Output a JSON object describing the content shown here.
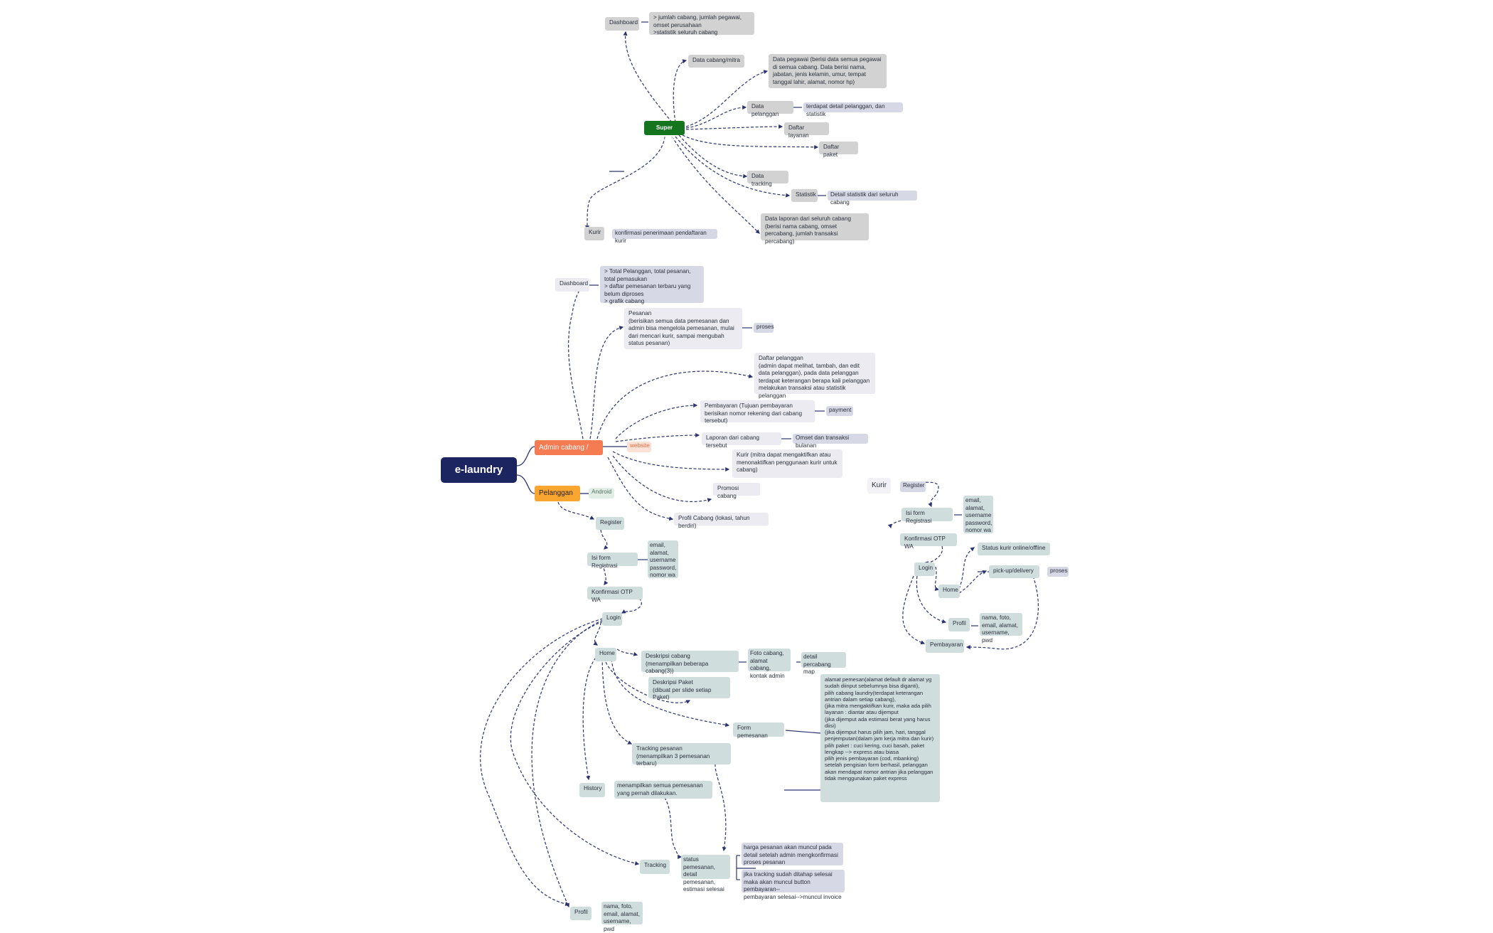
{
  "root": "e-laundry",
  "super_admin": {
    "label": "Super Admin",
    "dashboard": "Dashboard",
    "dashboard_note": "> jumlah cabang, jumlah pegawai, omset perusahaan\n>statistik seluruh cabang",
    "data_cabang": "Data cabang/mitra",
    "data_pegawai": "Data pegawai (berisi data semua pegawai di semua cabang. Data berisi nama, jabatan, jenis kelamin, umur, tempat tanggal lahir, alamat, nomor hp)",
    "data_pelanggan": "Data pelanggan",
    "data_pelanggan_note": "terdapat detail pelanggan, dan statistik",
    "daftar_layanan": "Daftar layanan",
    "daftar_paket": "Daftar paket",
    "data_tracking": "Data tracking",
    "statistik": "Statistik",
    "statistik_note": "Detail statistik dari seluruh cabang",
    "data_laporan": "Data laporan dari seluruh cabang\n(berisi nama cabang, omset percabang, jumlah transaksi percabang)",
    "kurir": "Kurir",
    "kurir_note": "konfirmasi penerimaan pendaftaran kurir"
  },
  "admin": {
    "label": "Admin cabang / mitra",
    "platform": "website",
    "dashboard": "Dashboard",
    "dashboard_note": "> Total Pelanggan, total pesanan, total pemasukan\n> daftar pemesanan terbaru yang belum diproses\n> grafik cabang",
    "pesanan": "Pesanan\n(berisikan semua data pemesanan dan admin bisa mengelola pemesanan, mulai dari mencari kurir, sampai mengubah status pesanan)",
    "pesanan_tag": "proses",
    "daftar_pelanggan": "Daftar pelanggan\n(admin dapat melihat, tambah, dan edit data pelanggan), pada data pelanggan terdapat keterangan berapa kali pelanggan melakukan transaksi atau statistik pelanggan",
    "pembayaran": "Pembayaran (Tujuan pembayaran berisikan nomor rekening dari cabang tersebut)",
    "pembayaran_tag": "payment",
    "laporan": "Laporan dari cabang tersebut",
    "laporan_note": "Omset dan transaksi bulanan",
    "kurir": "Kurir (mitra dapat mengaktifkan atau menonaktifkan penggunaan kurir untuk cabang)",
    "promosi": "Promosi cabang",
    "profil": "Profil Cabang (lokasi, tahun berdiri)"
  },
  "pelanggan": {
    "label": "Pelanggan",
    "platform": "Android",
    "register": "Register",
    "isi_form": "Isi form Registrasi",
    "form_fields": "email,\nalamat,\nusername\npassword,\nnomor wa",
    "otp": "Konfirmasi OTP WA",
    "login": "Login",
    "home": "Home",
    "deskripsi_cabang": "Deskripsi cabang\n(menampilkan beberapa cabang(3))",
    "cabang_info": "Foto cabang,\nalamat cabang,\nkontak admin",
    "detail_cabang": "detail percabang\nmap",
    "deskripsi_paket": "Deskripsi Paket\n(dibuat per slide setiap Paket)",
    "form_pemesanan": "Form pemesanan",
    "form_note": "alamat pemesan(alamat default dr alamat yg sudah diinput sebelumnya bisa diganti),\npilih cabang laundry(terdapat keterangan antrian dalam setiap cabang),\n(jika mitra mengaktifkan kurir, maka ada pilih layanan : diantar atau dijemput\n(jika dijemput ada estimasi berat yang harus diisi)\n(jika dijemput harus pilih jam, hari, tanggal penjemputan(dalam jam kerja mitra dan kurir)\npilih paket : cuci kering, cuci basah, paket lengkap --> express atau biasa\npilih jenis pembayaran (cod, mbanking)\nsetelah pengisian form berhasil, pelanggan akan mendapat nomor antrian jika pelanggan tidak menggunakan paket express",
    "tracking_pesanan": "Tracking pesanan\n(menampilkan 3 pemesanan terbaru)",
    "history": "History",
    "history_note": "menampilkan semua pemesanan yang pernah dilakukan.",
    "tracking": "Tracking",
    "tracking_status": "status pemesanan,\ndetail pemesanan,\nestimasi selesai",
    "tracking_note1": "harga pesanan akan muncul pada detail setelah admin mengkonfirmasi proses pesanan",
    "tracking_note2": "jika tracking sudah ditahap selesai maka akan muncul button pembayaran--\npembayaran selesai-->muncul invoice",
    "profil": "Profil",
    "profil_note": "nama, foto,\nemail, alamat,\nusername, pwd"
  },
  "kurir": {
    "label": "Kurir",
    "register": "Register",
    "isi_form": "Isi form Registrasi",
    "form_fields": "email,\nalamat,\nusername\npassword,\nnomor wa",
    "otp": "Konfirmasi OTP WA",
    "login": "Login",
    "home": "Home",
    "status": "Status kurir online/offline",
    "pickup": "pick-up/delivery",
    "pickup_tag": "proses",
    "profil": "Profil",
    "profil_note": "nama, foto,\nemail, alamat,\nusername, pwd",
    "pembayaran": "Pembayaran"
  },
  "colors": {
    "connector": "#2b3470",
    "root": "#1c2560",
    "super_admin": "#15751e",
    "admin": "#f47b52",
    "pelanggan": "#f9a630"
  }
}
